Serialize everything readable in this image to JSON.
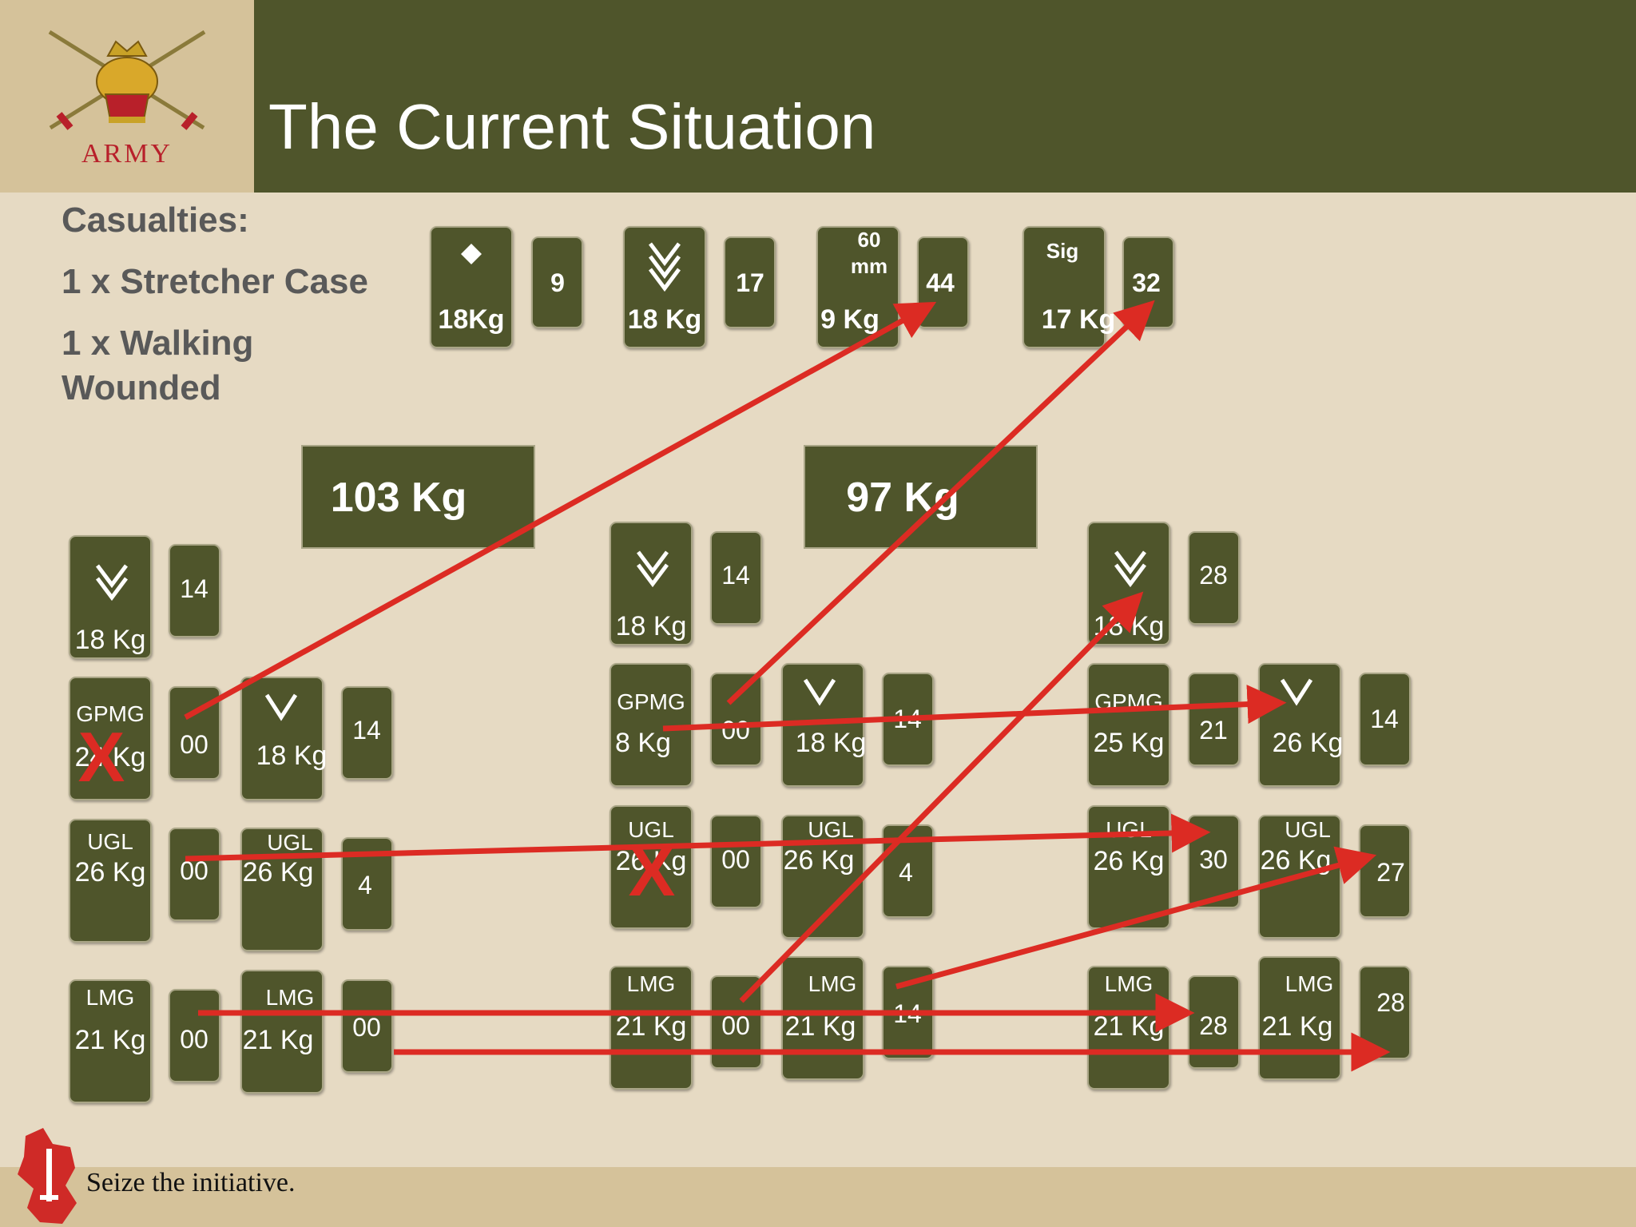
{
  "header": {
    "title": "The Current Situation",
    "logo_text": "ARMY"
  },
  "casualties": {
    "heading": "Casualties:",
    "line1": "1 x Stretcher Case",
    "line2a": "1 x Walking",
    "line2b": "Wounded"
  },
  "hq": {
    "oc": {
      "weight": "18Kg",
      "number": "9",
      "icon": "diamond-icon"
    },
    "sm": {
      "weight": "18 Kg",
      "number": "17",
      "icon": "triple-chevron-icon"
    },
    "mortar": {
      "label": "60",
      "label2": "mm",
      "weight": "9 Kg",
      "number": "44"
    },
    "signaller": {
      "label": "Sig",
      "weight": "17 Kg",
      "number": "32"
    }
  },
  "totals": {
    "left": "103 Kg",
    "right": "97 Kg"
  },
  "left_section": {
    "commander": {
      "weight": "18 Kg",
      "number": "14",
      "icon": "double-chevron-icon"
    },
    "gpmg": {
      "label": "GPMG",
      "weight": "24 Kg",
      "number": "00"
    },
    "lcpl": {
      "weight": "18 Kg",
      "number": "14",
      "icon": "single-chevron-icon"
    },
    "ugl1": {
      "label": "UGL",
      "weight": "26 Kg",
      "number": "00"
    },
    "ugl2": {
      "label": "UGL",
      "weight": "26 Kg",
      "number": "4"
    },
    "lmg1": {
      "label": "LMG",
      "weight": "21 Kg",
      "number": "00"
    },
    "lmg2": {
      "label": "LMG",
      "weight": "21 Kg",
      "number": "00"
    }
  },
  "middle_section": {
    "commander": {
      "weight": "18 Kg",
      "number": "14",
      "icon": "double-chevron-icon"
    },
    "gpmg": {
      "label": "GPMG",
      "weight": "8 Kg",
      "number": "00"
    },
    "lcpl": {
      "weight": "18 Kg",
      "number": "14",
      "icon": "single-chevron-icon"
    },
    "ugl1": {
      "label": "UGL",
      "weight": "26 Kg",
      "number": "00"
    },
    "ugl2": {
      "label": "UGL",
      "weight": "26 Kg",
      "number": "4"
    },
    "lmg1": {
      "label": "LMG",
      "weight": "21 Kg",
      "number": "00"
    },
    "lmg2": {
      "label": "LMG",
      "weight": "21 Kg",
      "number": "14"
    }
  },
  "right_section": {
    "commander": {
      "weight": "18 Kg",
      "number": "28",
      "icon": "double-chevron-icon"
    },
    "gpmg": {
      "label": "GPMG",
      "weight": "25 Kg",
      "number": "21"
    },
    "lcpl": {
      "weight": "26 Kg",
      "number": "14",
      "icon": "single-chevron-icon"
    },
    "ugl1": {
      "label": "UGL",
      "weight": "26 Kg",
      "number": "30"
    },
    "ugl2": {
      "label": "UGL",
      "weight": "26 Kg",
      "number": "27"
    },
    "lmg1": {
      "label": "LMG",
      "weight": "21 Kg",
      "number": "28"
    },
    "lmg2": {
      "label": "LMG",
      "weight": "21 Kg",
      "number": "28"
    }
  },
  "markers": {
    "casualty_mark": "X"
  },
  "footer": {
    "slogan": "Seize the initiative."
  },
  "colors": {
    "header": "#4f552b",
    "box": "#4f552b",
    "background": "#e6dac3",
    "logo_panel": "#d5c29a",
    "arrow": "#dc2b23"
  }
}
